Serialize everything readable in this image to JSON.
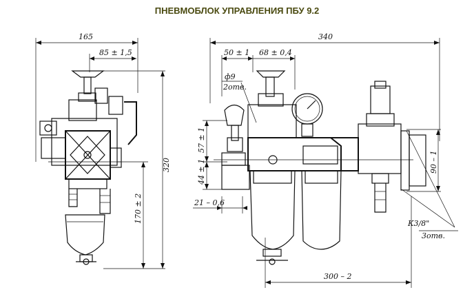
{
  "title": "ПНЕВМОБЛОК УПРАВЛЕНИЯ ПБУ 9.2",
  "dimensions": {
    "d165": "165",
    "d85": "85 ± 1,5",
    "d320": "320",
    "d170": "170 ± 2",
    "d340": "340",
    "d50": "50 ± 1",
    "d68": "68 ± 0,4",
    "phi9": "ф9",
    "holes2": "2отв.",
    "d57": "57 ± 1",
    "d44": "44 ± 1",
    "d21": "21 – 0,6",
    "d90": "90 – 1",
    "d300": "300 – 2",
    "thread": "К3/8\"",
    "holes3": "3отв."
  }
}
